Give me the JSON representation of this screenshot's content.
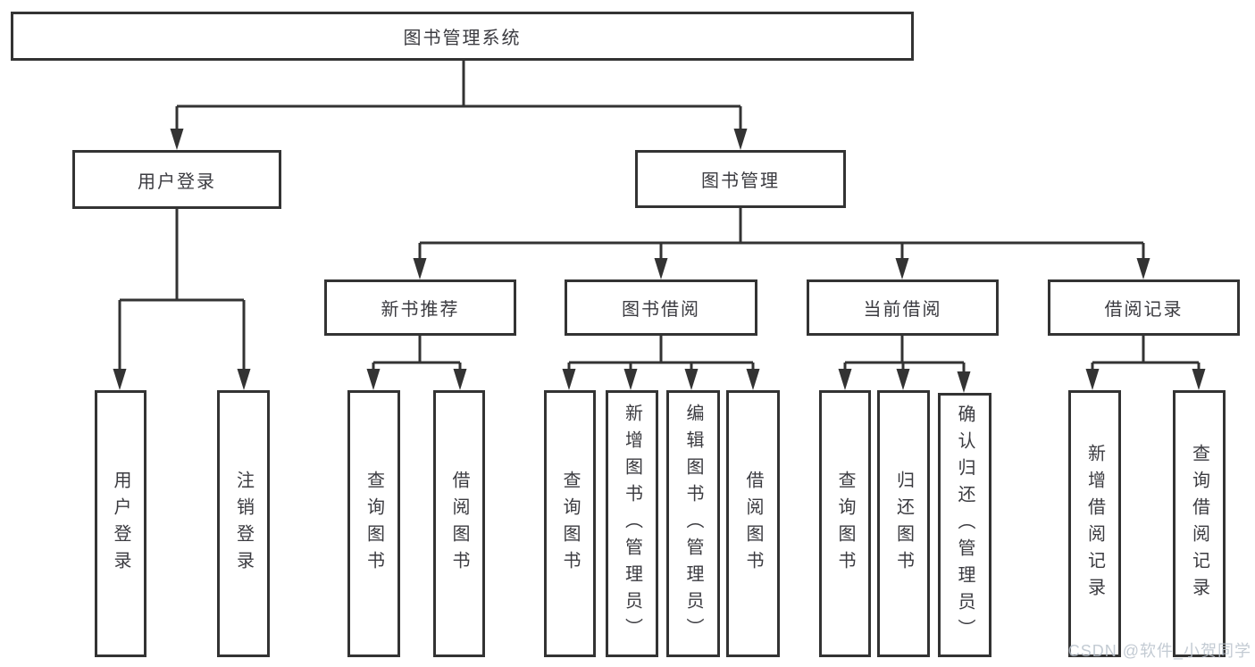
{
  "colors": {
    "line": "#333333",
    "text": "#3b3b40",
    "watermark": "#b9c2cc",
    "background": "#ffffff"
  },
  "tree": {
    "root": "图书管理系统",
    "level2": [
      {
        "label": "用户登录",
        "children": [
          "用户登录",
          "注销登录"
        ]
      },
      {
        "label": "图书管理",
        "sections": [
          {
            "label": "新书推荐",
            "children": [
              "查询图书",
              "借阅图书"
            ]
          },
          {
            "label": "图书借阅",
            "children": [
              "查询图书",
              "新增图书（管理员）",
              "编辑图书（管理员）",
              "借阅图书"
            ]
          },
          {
            "label": "当前借阅",
            "children": [
              "查询图书",
              "归还图书",
              "确认归还（管理员）"
            ]
          },
          {
            "label": "借阅记录",
            "children": [
              "新增借阅记录",
              "查询借阅记录"
            ]
          }
        ]
      }
    ]
  },
  "watermark": {
    "text": "CSDN @软件_小贺同学"
  }
}
